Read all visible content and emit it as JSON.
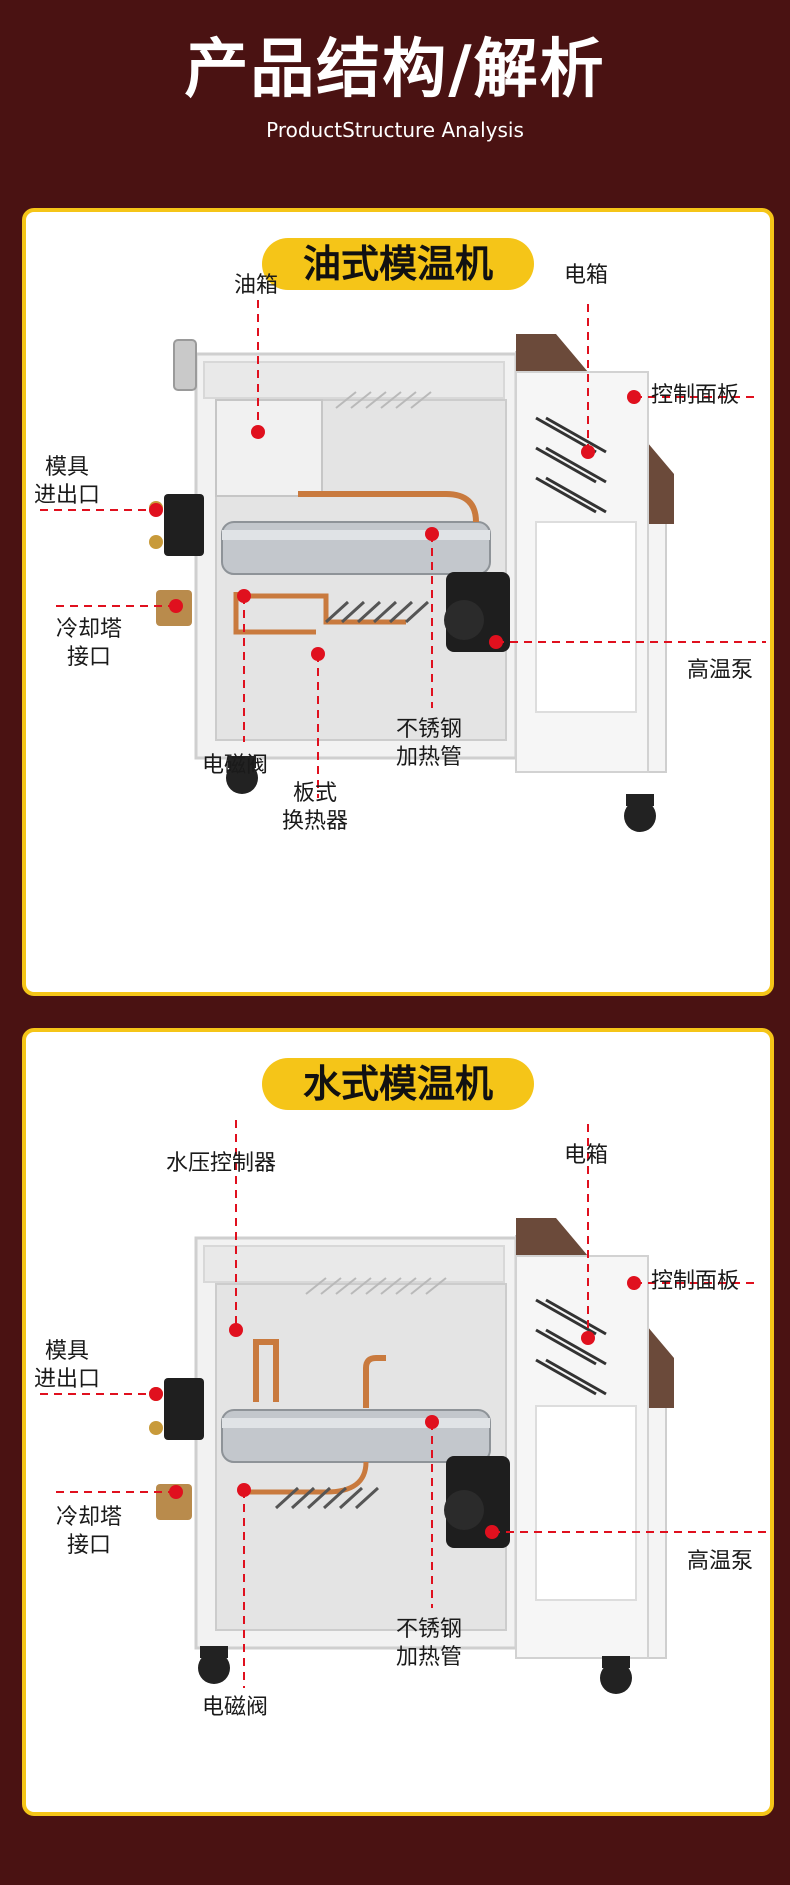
{
  "header": {
    "title": "产品结构/解析",
    "subtitle": "ProductStructure Analysis"
  },
  "colors": {
    "background": "#4a1212",
    "accent": "#f5c518",
    "marker": "#e0101e",
    "machine_body": "#eeeeee",
    "panel_trim": "#6b4a3a"
  },
  "oil_machine": {
    "title": "油式模温机",
    "labels": {
      "oil_tank": "油箱",
      "electric_box": "电箱",
      "control_panel": "控制面板",
      "mold_inlet_outlet": "模具\n进出口",
      "cooling_tower_port": "冷却塔\n接口",
      "high_temp_pump": "高温泵",
      "solenoid_valve": "电磁阀",
      "plate_heat_exchanger": "板式\n换热器",
      "stainless_heating_tube": "不锈钢\n加热管"
    }
  },
  "water_machine": {
    "title": "水式模温机",
    "labels": {
      "water_pressure_controller": "水压控制器",
      "electric_box": "电箱",
      "control_panel": "控制面板",
      "mold_inlet_outlet": "模具\n进出口",
      "cooling_tower_port": "冷却塔\n接口",
      "high_temp_pump": "高温泵",
      "solenoid_valve": "电磁阀",
      "stainless_heating_tube": "不锈钢\n加热管"
    }
  }
}
